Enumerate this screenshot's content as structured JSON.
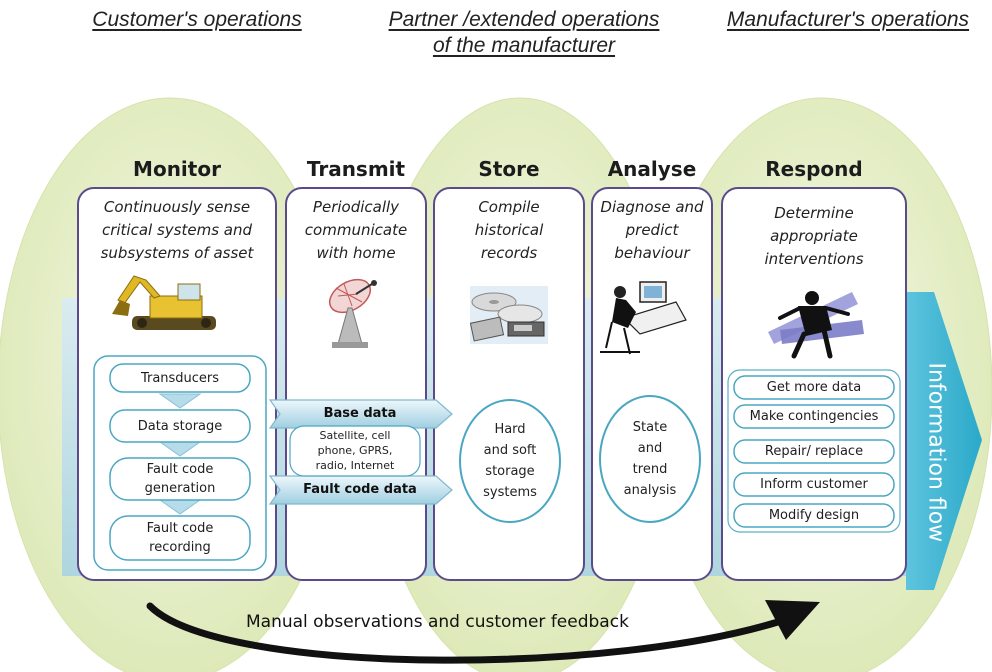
{
  "headers": {
    "customer": "Customer's operations",
    "partner_line1": "Partner /extended operations",
    "partner_line2": "of the manufacturer",
    "manufacturer": "Manufacturer's operations"
  },
  "stages": {
    "monitor": {
      "title": "Monitor",
      "desc": [
        "Continuously sense",
        "critical systems and",
        "subsystems of asset"
      ]
    },
    "transmit": {
      "title": "Transmit",
      "desc": [
        "Periodically",
        "communicate",
        "with home"
      ]
    },
    "store": {
      "title": "Store",
      "desc": [
        "Compile",
        "historical",
        "records"
      ]
    },
    "analyse": {
      "title": "Analyse",
      "desc": [
        "Diagnose and",
        "predict",
        "behaviour"
      ]
    },
    "respond": {
      "title": "Respond",
      "desc": [
        "Determine",
        "appropriate",
        "interventions"
      ]
    }
  },
  "monitor_steps": [
    "Transducers",
    "Data storage",
    "Fault code generation",
    "Fault code recording"
  ],
  "transmit_arrows": {
    "base_data": "Base data",
    "channels": [
      "Satellite, cell",
      "phone, GPRS,",
      "radio, Internet"
    ],
    "fault_code_data": "Fault code data"
  },
  "store_circle": [
    "Hard",
    "and soft",
    "storage",
    "systems"
  ],
  "analyse_circle": [
    "State",
    "and",
    "trend",
    "analysis"
  ],
  "respond_actions": [
    "Get more data",
    "Make contingencies",
    "Repair/ replace",
    "Inform customer",
    "Modify design"
  ],
  "information_flow": "Information flow",
  "feedback": "Manual observations and customer feedback",
  "icons": [
    "excavator-icon",
    "satellite-dish-icon",
    "storage-media-icon",
    "analyst-workstation-icon",
    "technician-icon"
  ],
  "colors": {
    "ellipse": "#e4efc4",
    "flow_band": "#b9dbe8",
    "flow_arrow": "#34b4d2",
    "box_border": "#5b4b8c",
    "step_border": "#4aa7c2",
    "feedback_arrow": "#111111"
  }
}
